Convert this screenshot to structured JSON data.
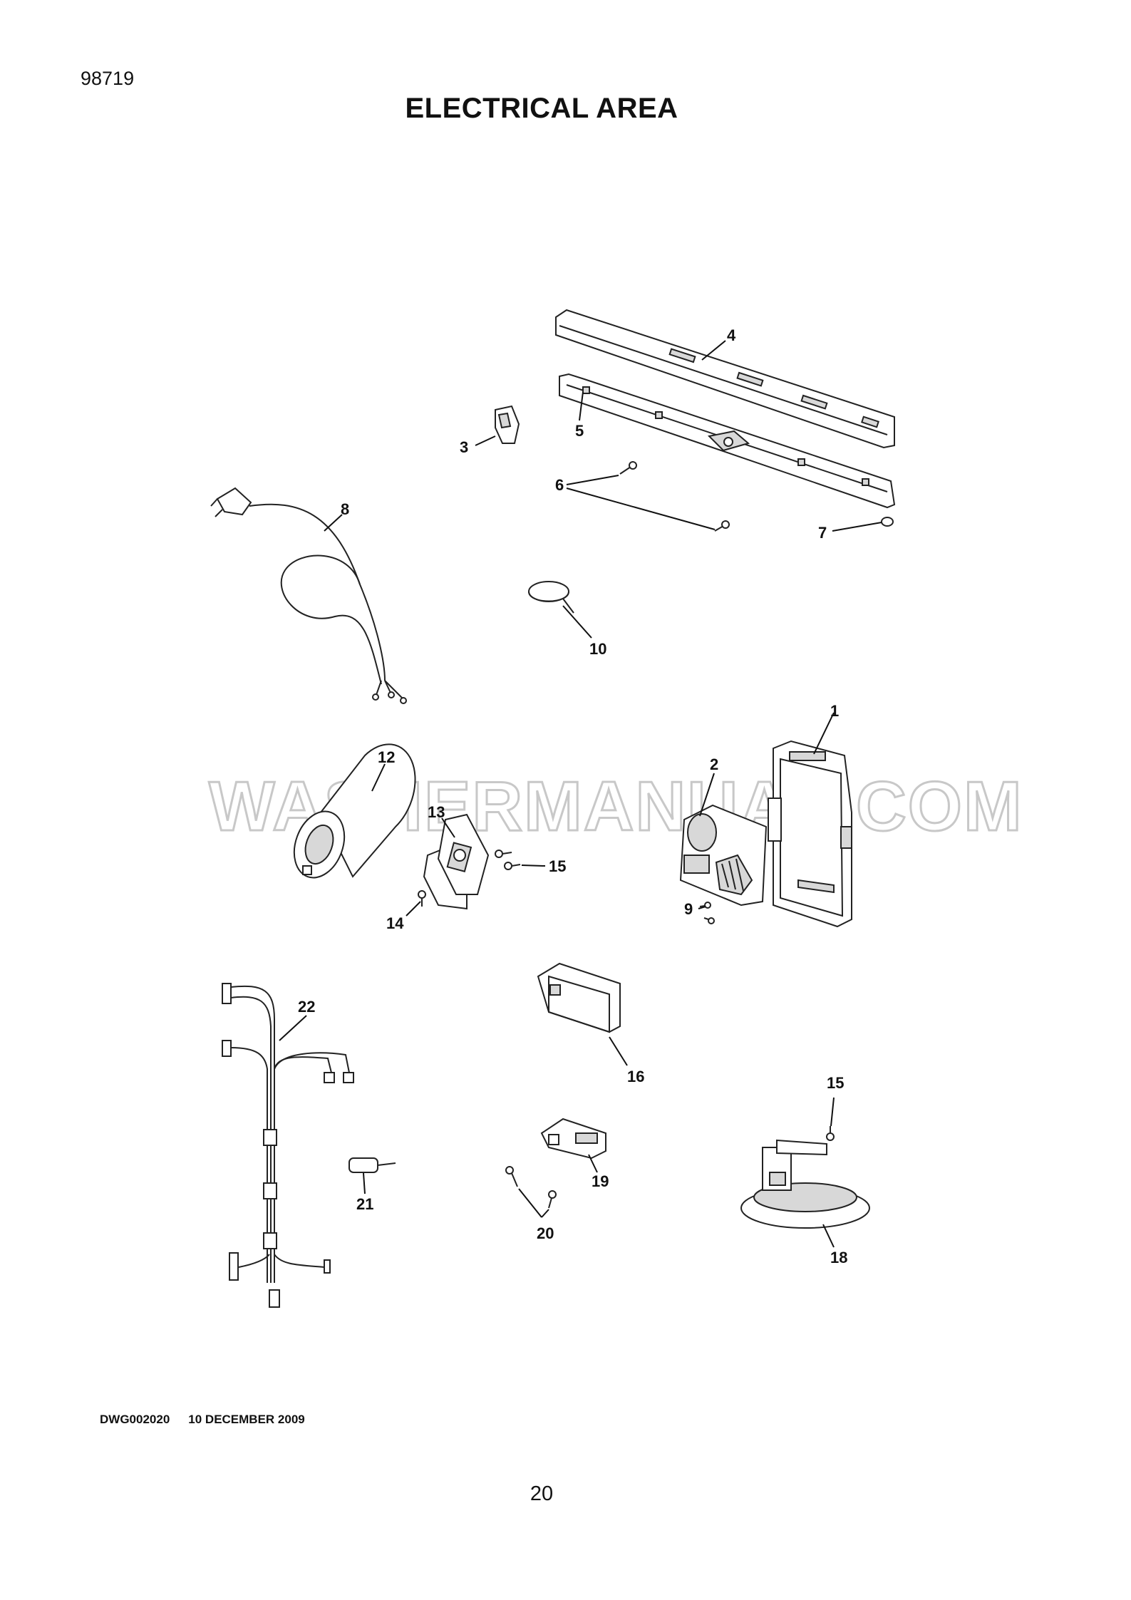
{
  "header": {
    "doc_number": "98719",
    "title": "ELECTRICAL AREA"
  },
  "watermark": "WASHERMANUAL.COM",
  "callouts": {
    "c1": "1",
    "c2": "2",
    "c3": "3",
    "c4": "4",
    "c5": "5",
    "c6": "6",
    "c7": "7",
    "c8": "8",
    "c9": "9",
    "c10": "10",
    "c12": "12",
    "c13": "13",
    "c14": "14",
    "c15a": "15",
    "c15b": "15",
    "c16": "16",
    "c18": "18",
    "c19": "19",
    "c20": "20",
    "c21": "21",
    "c22": "22"
  },
  "footer": {
    "drawing_id": "DWG002020",
    "date": "10 DECEMBER 2009"
  },
  "page_number": "20"
}
